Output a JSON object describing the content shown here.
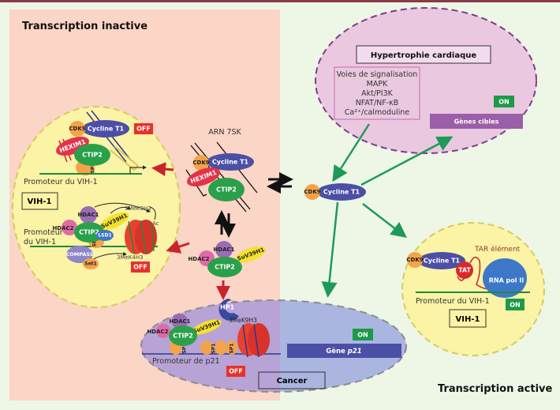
{
  "titles": {
    "inactive": "Transcription inactive",
    "active": "Transcription active"
  },
  "colors": {
    "top_bar": "#8b3a4a",
    "inactive_bg": "#fbd5c5",
    "active_bg": "#eef6e6",
    "off": "#e8312a",
    "on": "#1d9a48",
    "arrow_red": "#c8242b",
    "arrow_green": "#1d9a5a"
  },
  "status": {
    "off": "OFF",
    "on": "ON"
  },
  "proteins": {
    "cdk9": "CDK9",
    "cycline": "Cycline T1",
    "hexim": "HEXIM1",
    "ctip2": "CTIP2",
    "sp1": "SP1",
    "hdac1": "HDAC1",
    "hdac2": "HDAC2",
    "suv": "SuV39H1",
    "lsd1": "LSD1",
    "compass": "COMPASS",
    "set1": "Set1",
    "hp1": "HP1",
    "tat": "TAT",
    "rnapol": "RNA pol II"
  },
  "marks": {
    "k9": "3MeK9H3",
    "k4": "3MeK4H3",
    "ac": "Ac"
  },
  "labels": {
    "arn": "ARN 7SK",
    "promoteur_vih": "Promoteur du VIH-1",
    "promoteur_vih_l1": "Promoteur",
    "promoteur_vih_l2": "du VIH-1",
    "vih": "VIH-1",
    "promoteur_p21": "Promoteur de p21",
    "cancer": "Cancer",
    "gene_p21_prefix": "Gène ",
    "gene_p21_name": "p21",
    "tar": "TAR élément"
  },
  "hypertrophie": {
    "title": "Hypertrophie cardiaque",
    "pathways": [
      "Voies de signalisation",
      "MAPK",
      "Akt/PI3K",
      "NFAT/NF-κB",
      "Ca²⁺/calmoduline"
    ],
    "target": "Gènes cibles"
  }
}
